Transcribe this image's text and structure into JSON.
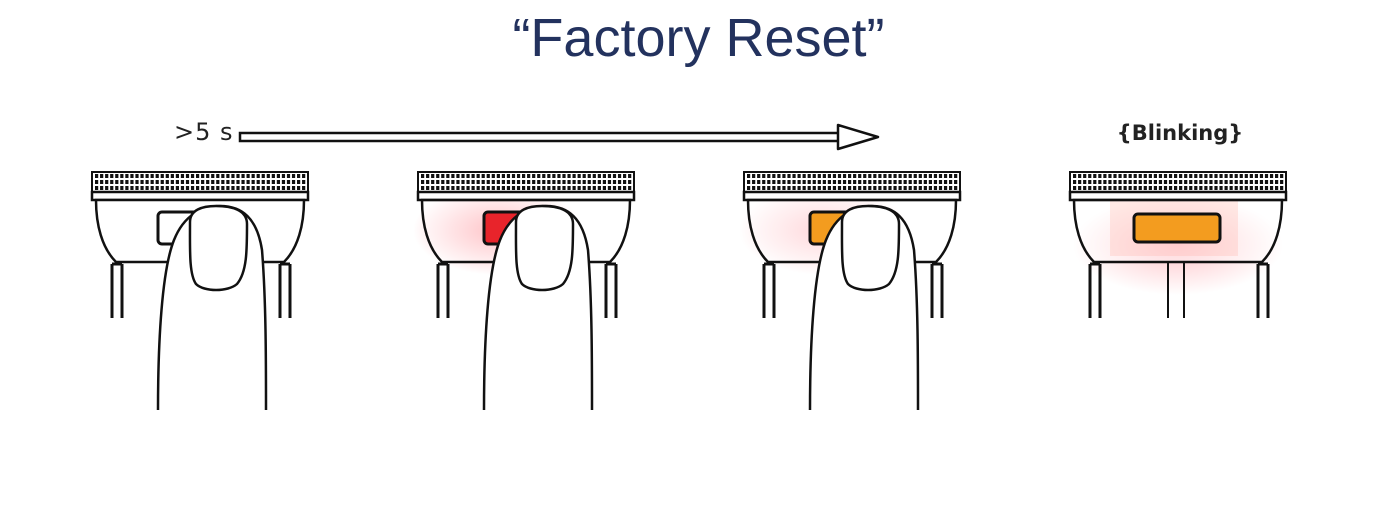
{
  "title": "“Factory Reset”",
  "duration_label": ">5 s",
  "blinking_label": "{Blinking}",
  "steps": [
    {
      "id": "idle",
      "led_color": "#ffffff",
      "glow": false,
      "finger": true
    },
    {
      "id": "red",
      "led_color": "#e8242b",
      "glow_color": "#ff6f7a",
      "glow": true,
      "finger": true
    },
    {
      "id": "orange",
      "led_color": "#f39c1f",
      "glow_color": "#ff8f8f",
      "glow": true,
      "finger": true
    },
    {
      "id": "blinking",
      "led_color": "#f39c1f",
      "glow_color": "#ffb0b0",
      "glow": true,
      "finger": false
    }
  ],
  "colors": {
    "title": "#23325e",
    "outline": "#111111"
  }
}
